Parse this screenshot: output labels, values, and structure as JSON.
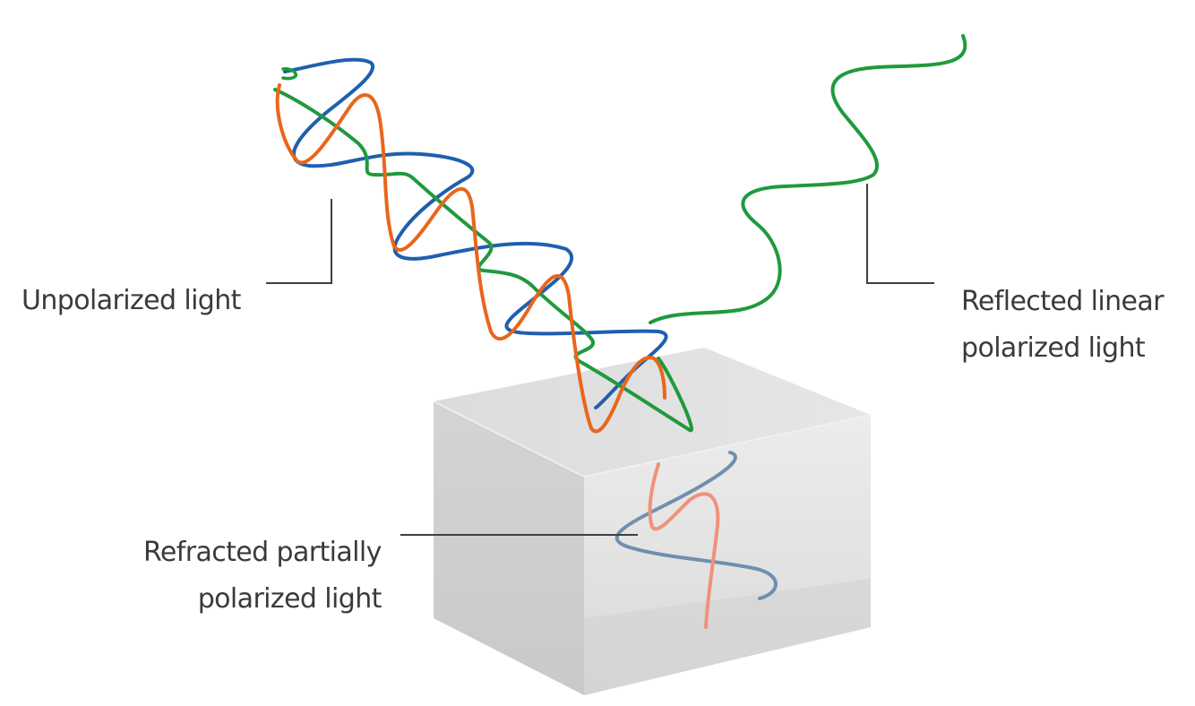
{
  "labels": {
    "unpolarized": "Unpolarized light",
    "reflected_line1": "Reflected linear",
    "reflected_line2": "polarized light",
    "refracted_line1": "Refracted partially",
    "refracted_line2": "polarized light"
  },
  "colors": {
    "green_wave": "#1f9a3c",
    "blue_wave": "#1f5fae",
    "orange_wave": "#e8661c",
    "refracted_blue": "#6f8faf",
    "refracted_orange": "#ef9278",
    "block_front": "#d9d9d9",
    "block_top": "#e4e4e4",
    "block_side": "#cfcfcf",
    "leader_line": "#404040",
    "label_text": "#3a3a3a"
  }
}
